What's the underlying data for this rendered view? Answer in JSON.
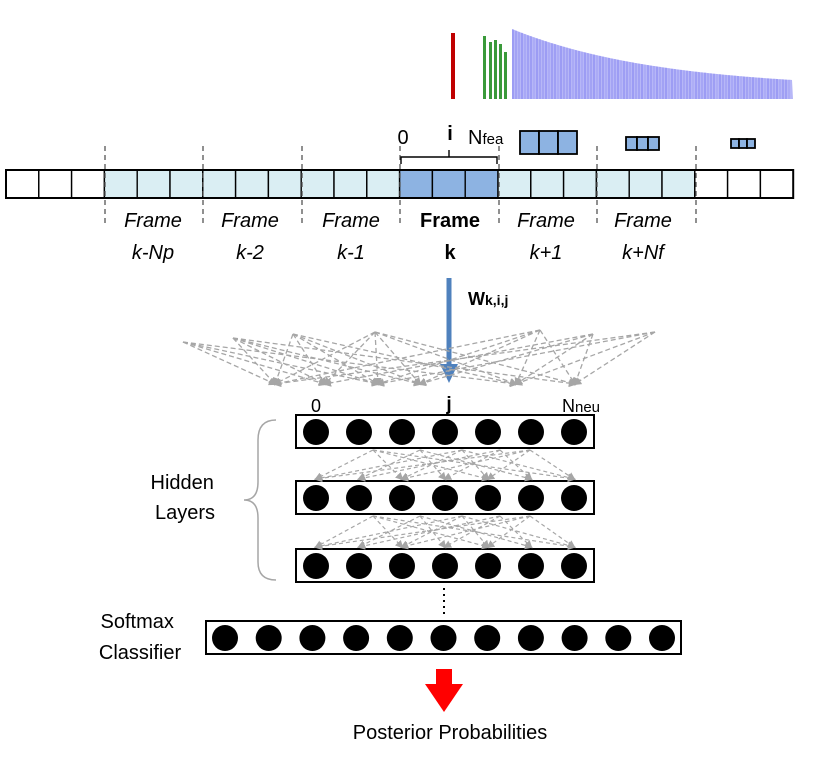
{
  "frame_labels": [
    {
      "top": "Frame",
      "bottom": "k-Np",
      "bold": false
    },
    {
      "top": "Frame",
      "bottom": "k-2",
      "bold": false
    },
    {
      "top": "Frame",
      "bottom": "k-1",
      "bold": false
    },
    {
      "top": "Frame",
      "bottom": "k",
      "bold": true
    },
    {
      "top": "Frame",
      "bottom": "k+1",
      "bold": false
    },
    {
      "top": "Frame",
      "bottom": "k+Nf",
      "bold": false
    }
  ],
  "feature_index": {
    "start": "0",
    "current": "i",
    "end_main": "N",
    "end_sub": "fea"
  },
  "weight_label": {
    "main": "W",
    "sub": "k,i,j"
  },
  "neuron_index": {
    "start": "0",
    "current": "j",
    "end_main": "N",
    "end_sub": "neu"
  },
  "hidden_label": [
    "Hidden",
    "Layers"
  ],
  "softmax_label": [
    "Softmax",
    "Classifier"
  ],
  "output_label": "Posterior Probabilities",
  "hidden_layer_neurons": 7,
  "softmax_neurons": 11,
  "colors": {
    "frame_cell": "#daeef3",
    "current_frame_cell": "#8db3e2",
    "weight_arrow": "#4f81bd",
    "dashed_arrow": "#a6a6a6",
    "output_arrow": "#ff0000",
    "spectrum_red": "#c00000",
    "spectrum_green": "#3a9a3a",
    "spectrum_blue": "#7b7bf0"
  }
}
